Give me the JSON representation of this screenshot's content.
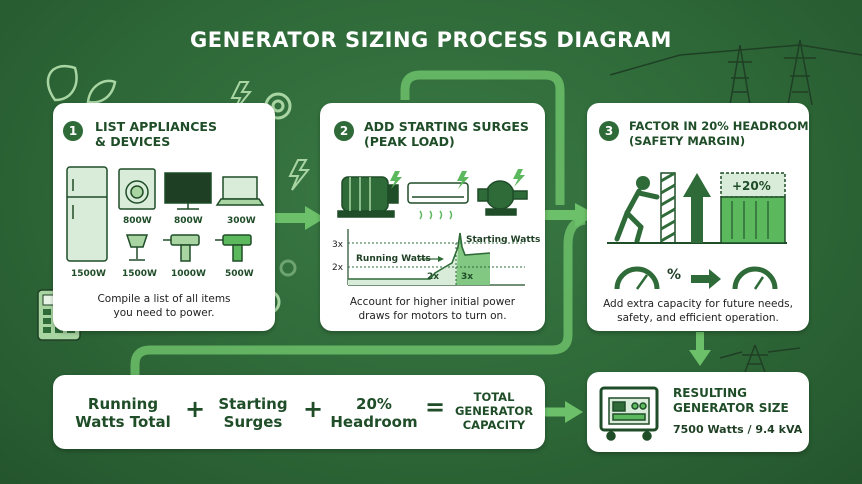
{
  "title": "GENERATOR SIZING PROCESS DIAGRAM",
  "colors": {
    "bg": "#2f6b3a",
    "accent": "#5cb85c",
    "dark": "#1f4d28",
    "light": "#d9ecd9"
  },
  "step1": {
    "number": "1",
    "heading_line1": "LIST APPLIANCES",
    "heading_line2": "& DEVICES",
    "watts": [
      "800W",
      "800W",
      "300W",
      "1500W",
      "1500W",
      "1000W",
      "500W"
    ],
    "caption_line1": "Compile a list of all items",
    "caption_line2": "you need to power."
  },
  "step2": {
    "number": "2",
    "heading_line1": "ADD STARTING SURGES",
    "heading_line2": "(PEAK LOAD)",
    "chart_running": "Running Watts",
    "chart_starting": "Starting Watts",
    "chart_y3": "3x",
    "chart_y2": "2x",
    "chart_mark2": "2x",
    "chart_mark3": "3x",
    "caption_line1": "Account for higher initial power",
    "caption_line2": "draws for motors to turn on."
  },
  "step3": {
    "number": "3",
    "heading_line1": "FACTOR IN 20% HEADROOM",
    "heading_line2": "(SAFETY MARGIN)",
    "box_label": "+20%",
    "percent": "%",
    "caption_line1": "Add extra capacity for future needs,",
    "caption_line2": "safety, and efficient operation."
  },
  "formula": {
    "term1_line1": "Running",
    "term1_line2": "Watts Total",
    "plus1": "+",
    "term2_line1": "Starting",
    "term2_line2": "Surges",
    "plus2": "+",
    "term3_line1": "20%",
    "term3_line2": "Headroom",
    "equals": "=",
    "result_line1": "TOTAL",
    "result_line2": "GENERATOR",
    "result_line3": "CAPACITY"
  },
  "result": {
    "heading_line1": "RESULTING",
    "heading_line2": "GENERATOR SIZE",
    "value": "7500 Watts / 9.4 kVA"
  }
}
